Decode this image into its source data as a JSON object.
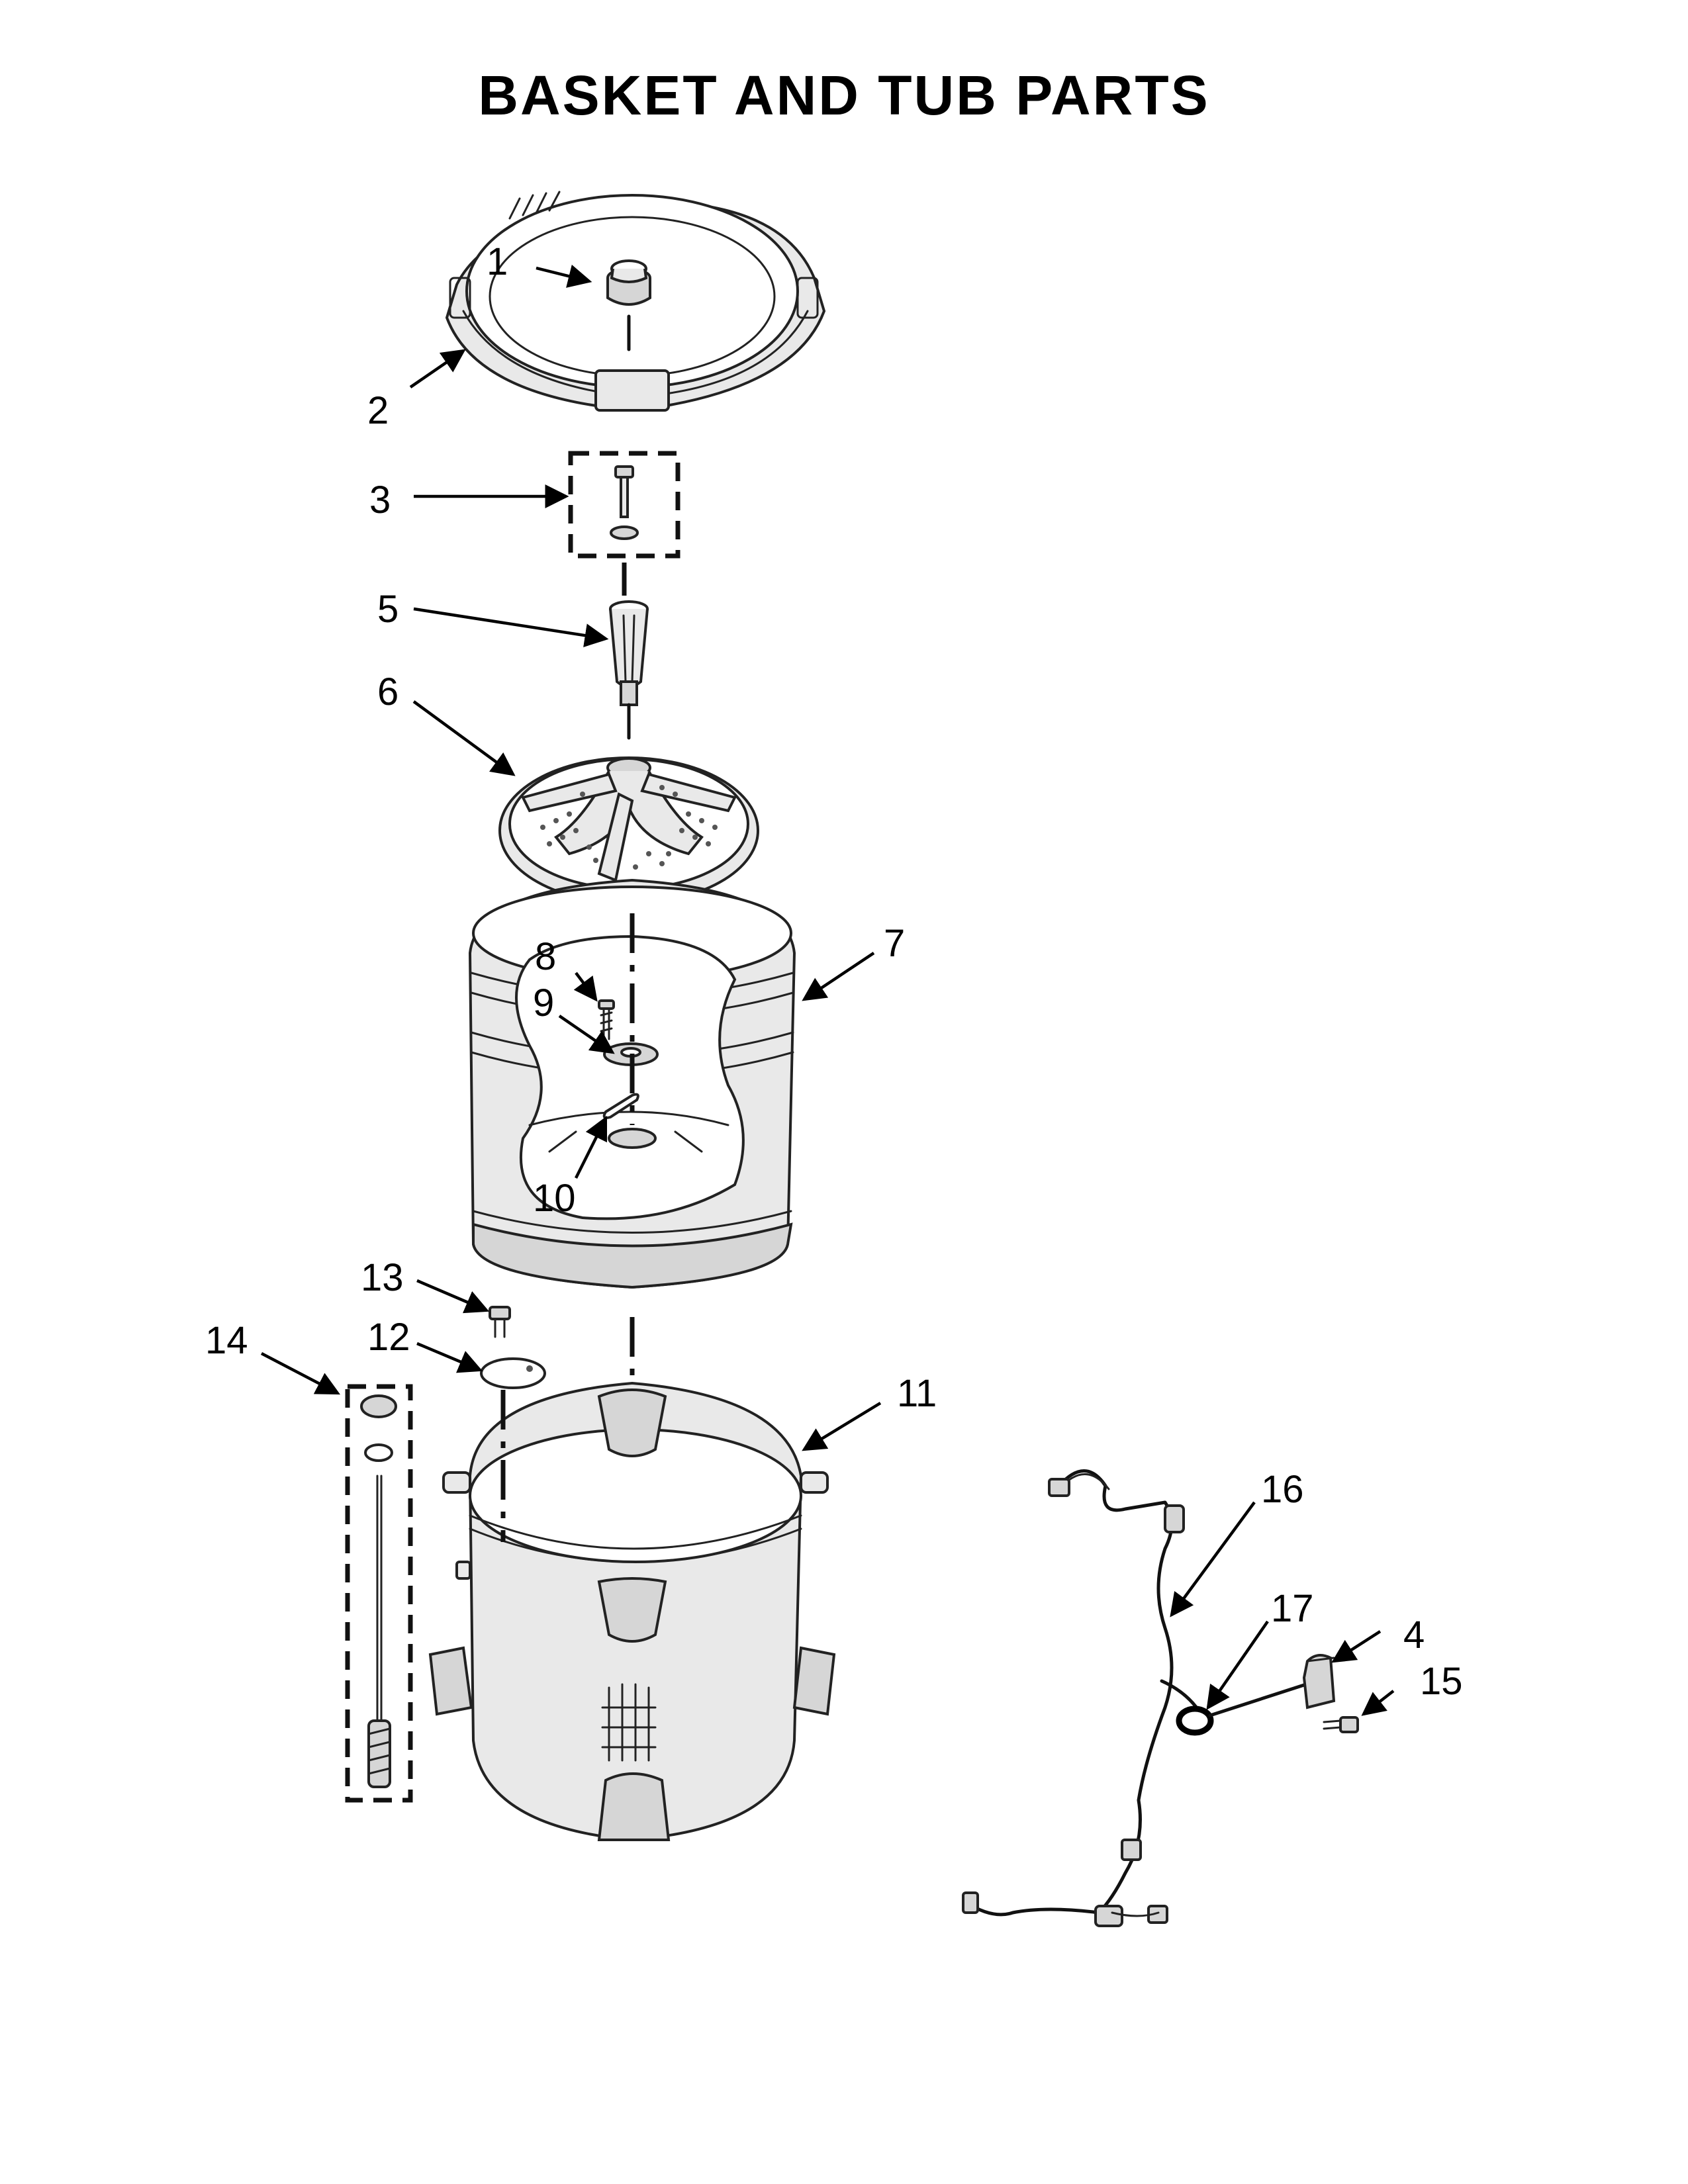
{
  "title": "BASKET AND TUB PARTS",
  "callouts": [
    "1",
    "2",
    "3",
    "4",
    "5",
    "6",
    "7",
    "8",
    "9",
    "10",
    "11",
    "12",
    "13",
    "14",
    "15",
    "16",
    "17"
  ]
}
